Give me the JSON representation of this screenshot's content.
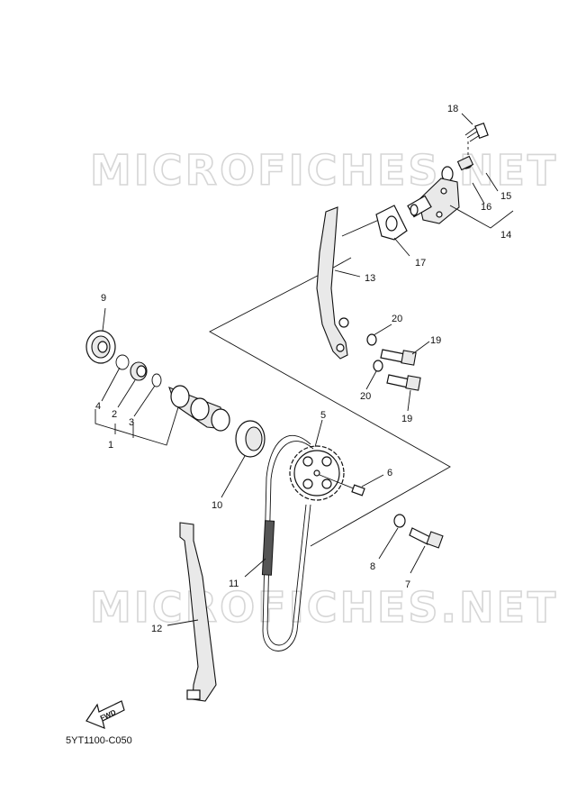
{
  "watermark": "MICROFICHES.NET",
  "diagram_code": "5YT1100-C050",
  "fwd_label": "FWD",
  "callouts": [
    {
      "id": "c18",
      "label": "18"
    },
    {
      "id": "c15",
      "label": "15"
    },
    {
      "id": "c16",
      "label": "16"
    },
    {
      "id": "c14",
      "label": "14"
    },
    {
      "id": "c17",
      "label": "17"
    },
    {
      "id": "c13",
      "label": "13"
    },
    {
      "id": "c20a",
      "label": "20"
    },
    {
      "id": "c19a",
      "label": "19"
    },
    {
      "id": "c20b",
      "label": "20"
    },
    {
      "id": "c19b",
      "label": "19"
    },
    {
      "id": "c9",
      "label": "9"
    },
    {
      "id": "c4",
      "label": "4"
    },
    {
      "id": "c2",
      "label": "2"
    },
    {
      "id": "c3",
      "label": "3"
    },
    {
      "id": "c1",
      "label": "1"
    },
    {
      "id": "c5",
      "label": "5"
    },
    {
      "id": "c6",
      "label": "6"
    },
    {
      "id": "c10",
      "label": "10"
    },
    {
      "id": "c8",
      "label": "8"
    },
    {
      "id": "c7",
      "label": "7"
    },
    {
      "id": "c11",
      "label": "11"
    },
    {
      "id": "c12",
      "label": "12"
    }
  ]
}
